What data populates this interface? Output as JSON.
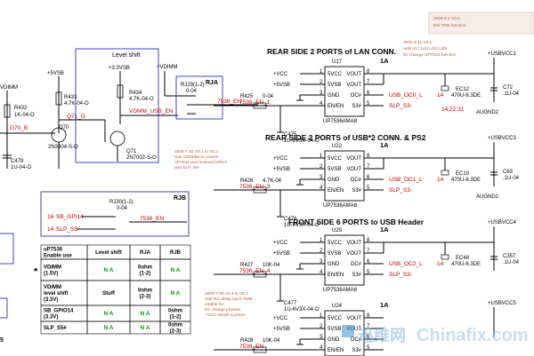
{
  "sections": {
    "rear_lan": "REAR SIDE 2 PORTS of LAN CONN.",
    "rear_usb2": "REAR SIDE 2 PORTS of USB*2 CONN. & PS2",
    "front_usb": "FRONT SIDE 6 PORTS to USB Header",
    "level_shift": "Level shift",
    "rja": "RJA",
    "rjb": "RJB"
  },
  "notes": {
    "top_right": "2009 6 4 V0.1\nDel TRN function",
    "u17_note": "2009 6 11 V0.1\nAdd U17,U22,U24,U29\nfor change UP7533 function",
    "rja_note": "2009 7 20 V0.1 to V0.2\nUse VDDMM to control\nuP7534 and reserved ER14\nand SLP_S5-",
    "u29_note": "2009 7 29 V0.1 to V0.2\nAdd RC delay each 7536\nenable for\nEC charge prevent\n+VCC Inrush Current"
  },
  "chips": [
    {
      "ref": "U17",
      "part": "UP7536AMA8"
    },
    {
      "ref": "U22",
      "part": "UP7536AMA8"
    },
    {
      "ref": "U29",
      "part": "UP7536AMA8"
    },
    {
      "ref": "U24",
      "part": ""
    }
  ],
  "chip_pins_left": [
    "5VCC",
    "5VSB",
    "GND",
    "EN/EN"
  ],
  "chip_pins_right": [
    "VOUT",
    "VOUT",
    "OC#",
    "S3#"
  ],
  "chip_pin_nums_left": [
    "1",
    "2",
    "3",
    "4"
  ],
  "chip_pin_nums_right": [
    "8",
    "7",
    "6",
    "5"
  ],
  "chip_left_nets": [
    "+VCC",
    "+5VSB"
  ],
  "chip_en_nets": [
    "7536_EN_1",
    "7536_EN_3",
    "7536_EN_4",
    "7536_EN"
  ],
  "chip_oc_nets": [
    "USB_OC0_L",
    "USB_OC1_L",
    "USB_OC2_L"
  ],
  "oc_pin": "14",
  "slp_net": "SLP_S3-",
  "current": "1A",
  "caps": [
    {
      "ref": "C475",
      "val": "1U-6V3X-04-O"
    },
    {
      "ref": "C476",
      "val": "1U-6V3X-04-O"
    },
    {
      "ref": "C477",
      "val": "1U-6V3X-04-O"
    }
  ],
  "resistors_en": [
    {
      "ref": "R425",
      "val": "0-04"
    },
    {
      "ref": "R426",
      "val": "4.7K-04"
    },
    {
      "ref": "R427",
      "val": "10K-04"
    },
    {
      "ref": "R428",
      "val": "10K-04"
    }
  ],
  "ec": [
    {
      "ref": "EC12",
      "val": "470U-6.3DE"
    },
    {
      "ref": "EC10",
      "val": "470U-6.3DE"
    },
    {
      "ref": "EC48",
      "val": "470U-6.3DE"
    }
  ],
  "out_caps": [
    {
      "ref": "C72",
      "val": ".1U-04"
    },
    {
      "ref": "C63",
      "val": ".1U-04"
    },
    {
      "ref": "C357",
      "val": ".1U-04"
    }
  ],
  "usb_rails": [
    "+USBVCC1",
    "+USBVCC3",
    "+USBVCC4",
    "+USBVCC5"
  ],
  "augnd": [
    "AUGND2",
    "AUGND2"
  ],
  "pin_nums_misc": "14,22,31",
  "left": {
    "vdimm": "VDIMM",
    "r432": "R432",
    "r432v": "1K-04-O",
    "g70": "G70_B",
    "c479": "C479",
    "c479v": "1U-04-O",
    "p5vsb": "+5VSB",
    "r433": "R433",
    "r433v": "4.7K-04-O",
    "q71g": "Q71_G",
    "q70": "Q70",
    "q70v": "2N3904-S-O",
    "p33": "+3.3VSB",
    "r434": "R434",
    "r434v": "4.7K-04-O",
    "vdmm_usb": "VDMM_USB_EN",
    "q71": "Q71",
    "q71v": "2N7002-S-O",
    "pvdimm": "+VDIMM",
    "rj29": "RJ29(1-2)",
    "rj29v": "0-04",
    "en": "7536_EN",
    "rj30": "RJ30(1-2)",
    "rj30v": "0-04",
    "sb": "SB_GPI14",
    "slp": "SLP_SS-",
    "rjb_pin16": "16",
    "rjb_pin14": "14",
    "five": "5"
  },
  "table": {
    "header": [
      "uP7536\nEnable use",
      "Level shift",
      "RJA",
      "RJB"
    ],
    "rows": [
      {
        "name": "VDIMM\n(1.5V)",
        "ls": "N A",
        "rja": "0ohm\n(1-2)",
        "rjb": "N A",
        "star": "★"
      },
      {
        "name": "VDIMM\nlevel shift\n(3.3V)",
        "ls": "Stuff",
        "rja": "0ohm\n(2-3)",
        "rjb": "N A",
        "star": ""
      },
      {
        "name": "SB_GPIO14\n(3.3V)",
        "ls": "N A",
        "rja": "N A",
        "rjb": "0ohm\n(1-2)",
        "star": ""
      },
      {
        "name": "SLP_S5#",
        "ls": "N A",
        "rja": "N A",
        "rjb": "0ohm\n(2-3)",
        "star": ""
      }
    ]
  },
  "watermark": {
    "cn": "迅维网",
    "en": "Chinafix.com"
  }
}
